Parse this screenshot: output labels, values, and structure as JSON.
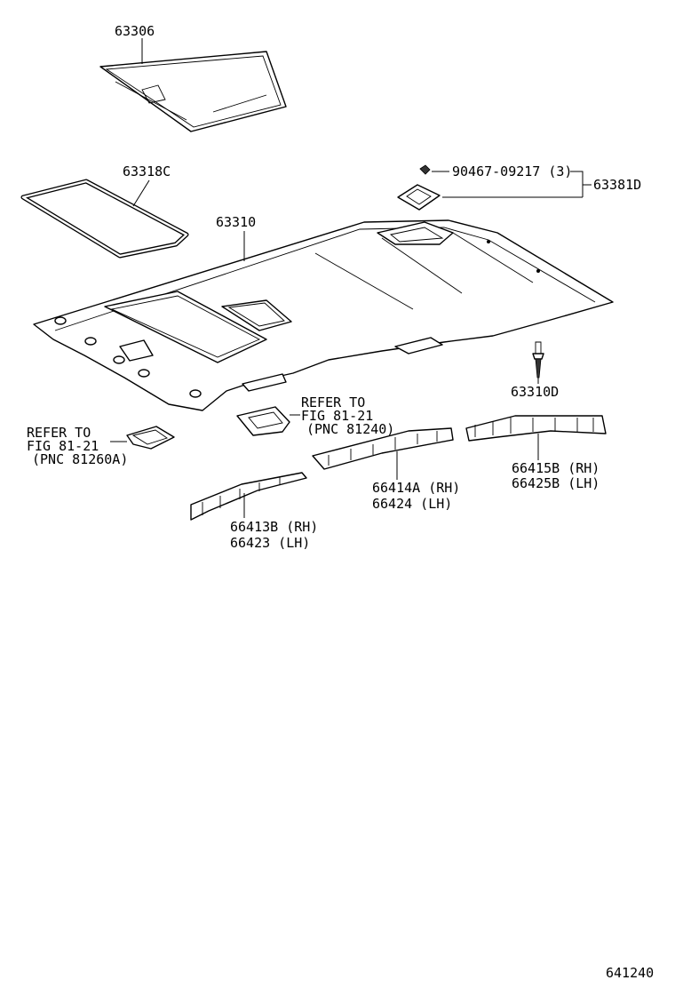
{
  "labels": {
    "p63306": "63306",
    "p63318c": "63318C",
    "p63310": "63310",
    "p90467": "90467-09217 (3)",
    "p63381d": "63381D",
    "p63310d": "63310D",
    "refer_right_1": "REFER TO",
    "refer_right_2": "FIG 81-21",
    "refer_right_3": "(PNC 81240)",
    "refer_left_1": "REFER TO",
    "refer_left_2": "FIG 81-21",
    "refer_left_3": "(PNC 81260A)",
    "p66415b": "66415B (RH)",
    "p66425b": "66425B (LH)",
    "p66414a": "66414A (RH)",
    "p66424": "66424   (LH)",
    "p66413b": "66413B (RH)",
    "p66423": "66423  (LH)",
    "figure_number": "641240"
  },
  "icons": {
    "headliner": "headliner-panel-icon",
    "sunshade": "sunshade-panel-icon",
    "weatherstrip": "sunroof-weatherstrip-icon",
    "clip": "clip-icon",
    "bracket": "bracket-icon",
    "screw": "screw-icon",
    "grip": "assist-grip-icon",
    "lamp": "map-lamp-icon"
  }
}
